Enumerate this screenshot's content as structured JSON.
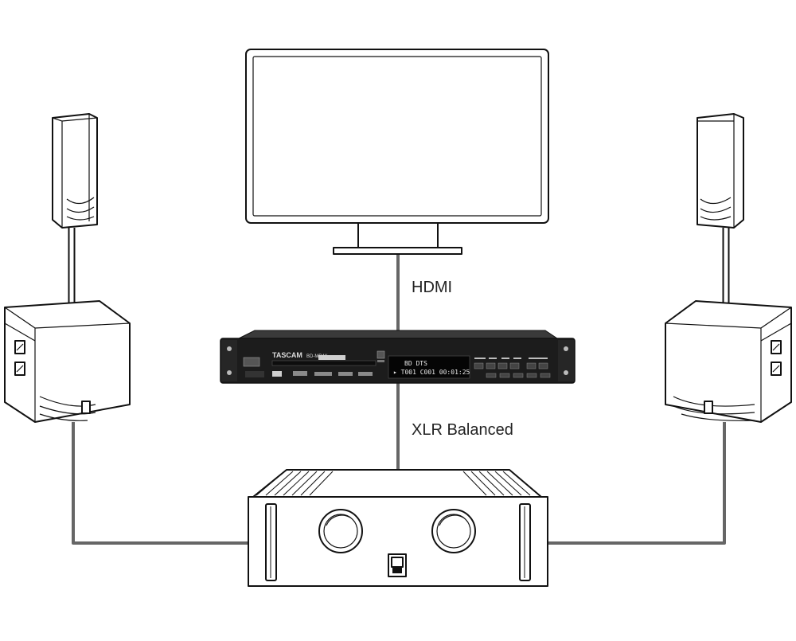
{
  "connections": {
    "hdmi_label": "HDMI",
    "xlr_label": "XLR Balanced"
  },
  "player": {
    "brand": "TASCAM",
    "model": "BD-MP4K",
    "display_line1": "BD   DTS",
    "display_line2": "▸ T001 C001 00:01:25",
    "display_color": "#e8e8e8",
    "body_color": "#1c1c1c"
  },
  "colors": {
    "cable": "#666666",
    "outline": "#111111"
  }
}
